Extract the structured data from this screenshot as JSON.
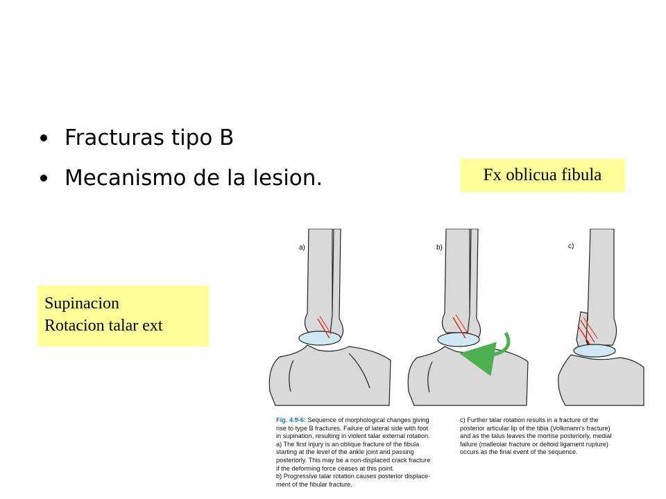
{
  "slide": {
    "bullets": [
      "Fracturas tipo B",
      "Mecanismo de la lesion."
    ]
  },
  "notes": {
    "fx": "Fx oblicua fibula",
    "sup_lines": [
      "Supinacion",
      "Rotacion talar ext"
    ]
  },
  "figure": {
    "panel_labels": [
      "a)",
      "b)",
      "c)"
    ],
    "caption_figno": "Fig. 4.9-6:",
    "caption_left_first": " Sequence of morphological changes giving",
    "caption_left_lines": [
      "rise to type B fractures. Failure of lateral side with foot",
      "in supination, resulting in violent talar external rotation.",
      "a) The first injury is an oblique fracture of the fibula",
      "starting at the level of the ankle joint and passing",
      "posteriorly. This may be a non-displaced crack fracture",
      "if the deforming force ceases at this point.",
      "b) Progressive talar rotation causes posterior displace-",
      "ment of the fibular fracture."
    ],
    "caption_right_lines": [
      "c) Further talar rotation results in a fracture of the",
      "posterior articular lip of the tibia (Volkmann's fracture)",
      "and as the talus leaves the mortise posteriorly, medial",
      "failure (malleolar fracture or deltoid ligament rupture)",
      "occurs as the final event of the sequence."
    ]
  },
  "colors": {
    "note_bg": "#ffff99",
    "bone_fill": "#d9d9d9",
    "cartilage": "#cfe8f3",
    "fracture": "#e02020",
    "arrow": "#4caf50",
    "figno": "#1a73b8"
  }
}
